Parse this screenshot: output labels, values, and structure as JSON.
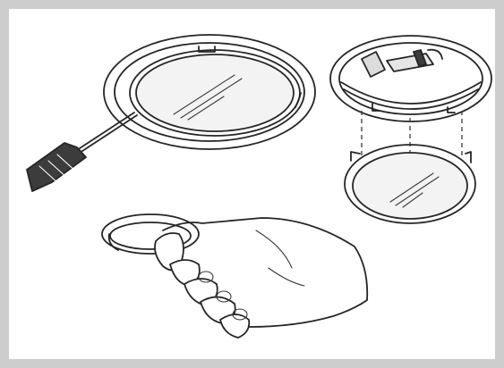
{
  "colors": {
    "frame": "#cdcdcd",
    "background": "#ffffff",
    "ink": "#262626",
    "glass": "#f3f3f3",
    "handle": "#3c3c3c"
  },
  "figures": [
    {
      "name": "screwdriver-prying-fixture"
    },
    {
      "name": "exploded-fixture-with-cover"
    },
    {
      "name": "hand-holding-cover-ring"
    }
  ]
}
